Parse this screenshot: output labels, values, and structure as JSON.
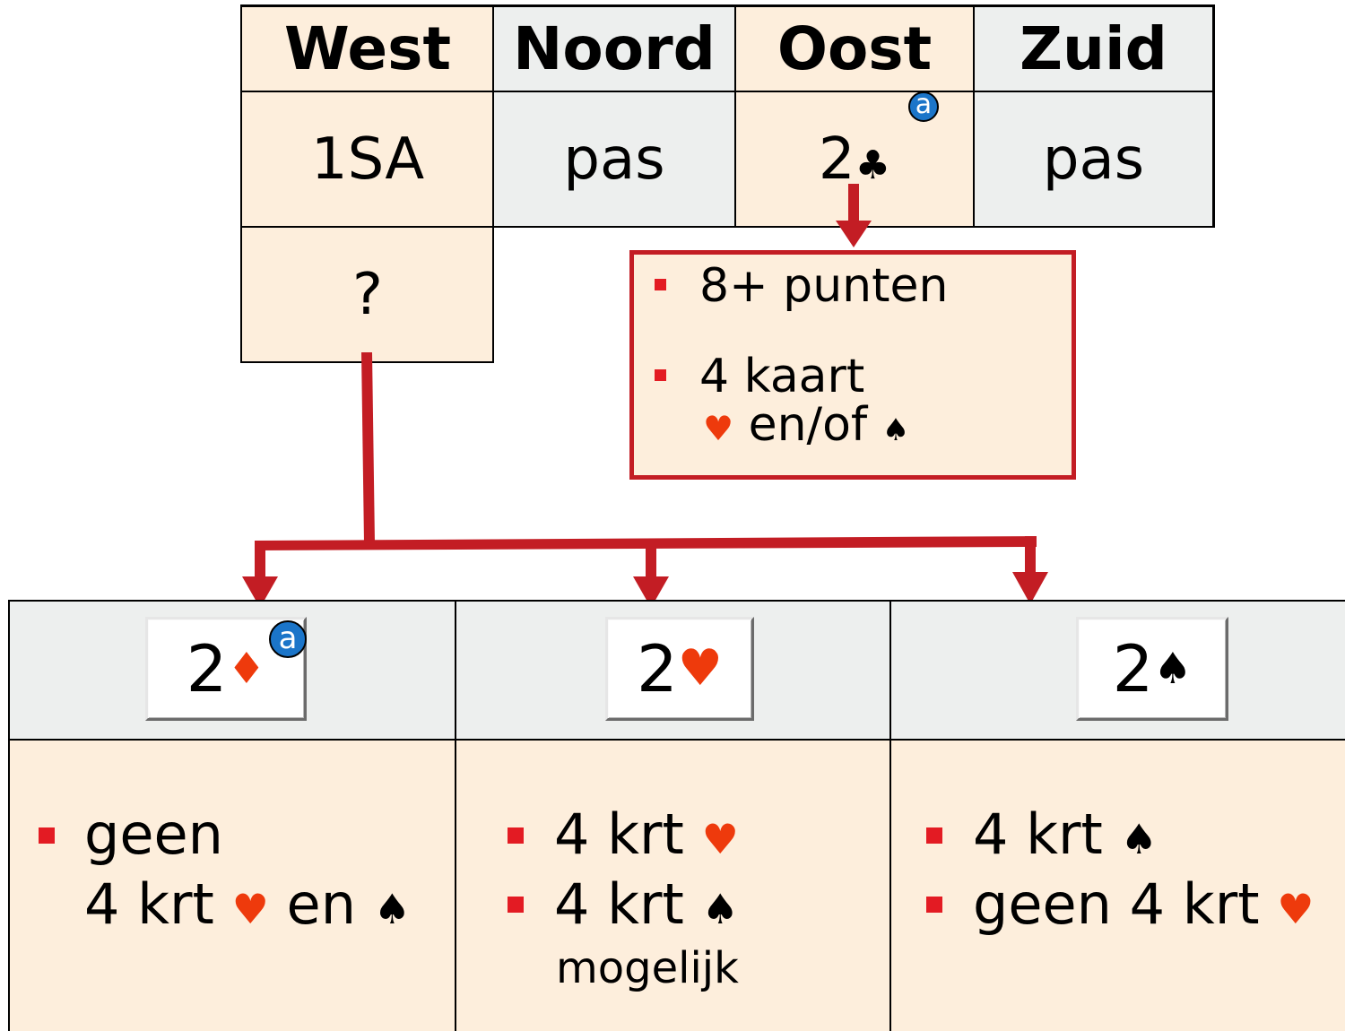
{
  "auction": {
    "headers": [
      "West",
      "Noord",
      "Oost",
      "Zuid"
    ],
    "row1": [
      "1SA",
      "pas",
      "2",
      "pas"
    ],
    "row1_suit": "♣",
    "row2_west": "?",
    "alert_symbol": "a"
  },
  "explanation": {
    "items": [
      "8+ punten",
      "4 kaart"
    ],
    "line2": "en/of",
    "heart": "♥",
    "spade": "♠"
  },
  "responses": [
    {
      "bid": "2",
      "suit": "♦",
      "alerted": true,
      "lines": [
        "geen",
        "4 krt",
        "en"
      ]
    },
    {
      "bid": "2",
      "suit": "♥",
      "alerted": false,
      "lines": [
        "4 krt",
        "4 krt",
        "mogelijk"
      ]
    },
    {
      "bid": "2",
      "suit": "♠",
      "alerted": false,
      "lines": [
        "4 krt",
        "geen 4 krt"
      ]
    }
  ],
  "colors": {
    "peach": "#fdeedc",
    "grey": "#edefee",
    "arrow_red": "#c31d24",
    "suit_red": "#ee3a0c",
    "alert_blue": "#1b75c9"
  }
}
